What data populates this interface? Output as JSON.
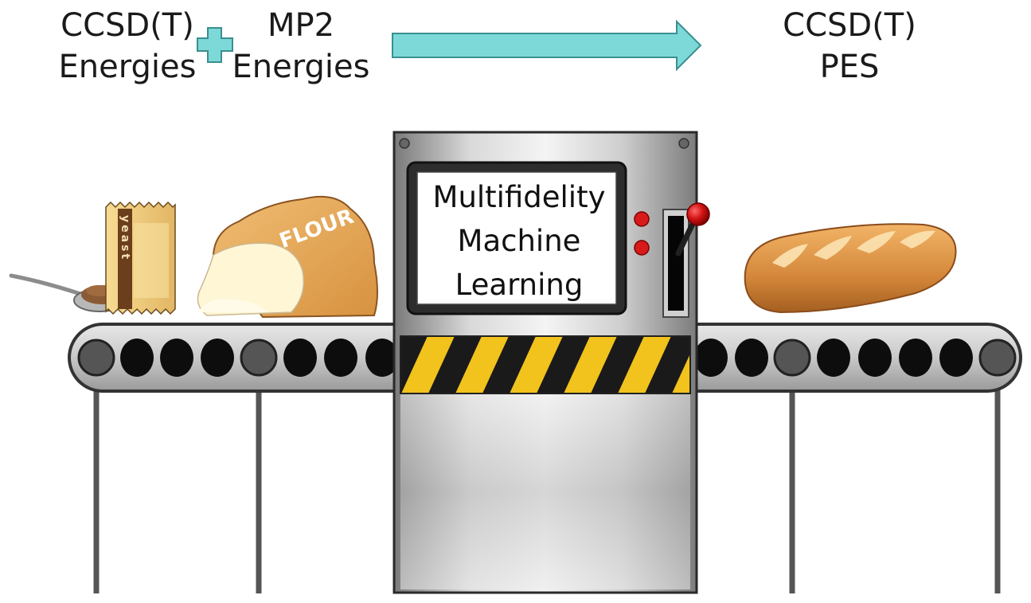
{
  "inputs": {
    "ccsd": {
      "line1": "CCSD(T)",
      "line2": "Energies"
    },
    "mp2": {
      "line1": "MP2",
      "line2": "Energies"
    }
  },
  "output": {
    "line1": "CCSD(T)",
    "line2": "PES"
  },
  "machine": {
    "line1": "Multifidelity",
    "line2": "Machine",
    "line3": "Learning"
  },
  "yeast_packet_text": "yeast",
  "flour_bag_text": "FLOUR",
  "colors": {
    "arrow": "#7dd8d8",
    "plus": "#7dd8d8",
    "hazard_yellow": "#f2c21d",
    "hazard_black": "#1a1a1a",
    "belt": "#d6d6d6",
    "lever_knob": "#cc1010",
    "bread": "#d98a3c",
    "flour_bag": "#e7a95a"
  },
  "icons": [
    "plus-icon",
    "right-arrow-icon",
    "yeast-packet-icon",
    "spoon-icon",
    "flour-bag-icon",
    "bread-loaf-icon",
    "lever-icon"
  ]
}
